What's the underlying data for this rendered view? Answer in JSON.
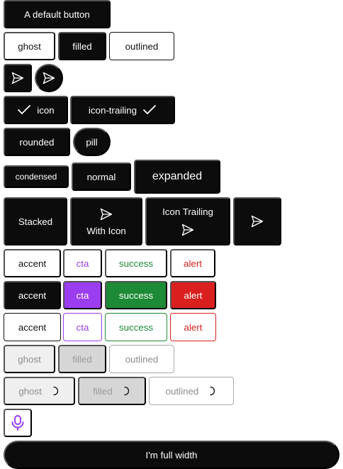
{
  "default_button": "A default button",
  "variants": {
    "ghost": "ghost",
    "filled": "filled",
    "outlined": "outlined"
  },
  "icon_buttons": {
    "icon_label": "icon",
    "icon_trailing_label": "icon-trailing"
  },
  "shapes": {
    "rounded": "rounded",
    "pill": "pill"
  },
  "sizes": {
    "condensed": "condensed",
    "normal": "normal",
    "expanded": "expanded"
  },
  "stacked": {
    "stacked": "Stacked",
    "with_icon": "With Icon",
    "icon_trailing": "Icon Trailing"
  },
  "colors": {
    "accent": "accent",
    "cta": "cta",
    "success": "success",
    "alert": "alert"
  },
  "disabled": {
    "ghost": "ghost",
    "filled": "filled",
    "outlined": "outlined"
  },
  "loading": {
    "ghost": "ghost",
    "filled": "filled",
    "outlined": "outlined"
  },
  "full_width": "I'm full width",
  "palette": {
    "accent": "#0c0c0c",
    "cta": "#9b3df0",
    "success": "#1d8a35",
    "alert": "#d9201e"
  },
  "icons": [
    "send-icon",
    "check-icon",
    "microphone-icon",
    "spinner-icon"
  ]
}
